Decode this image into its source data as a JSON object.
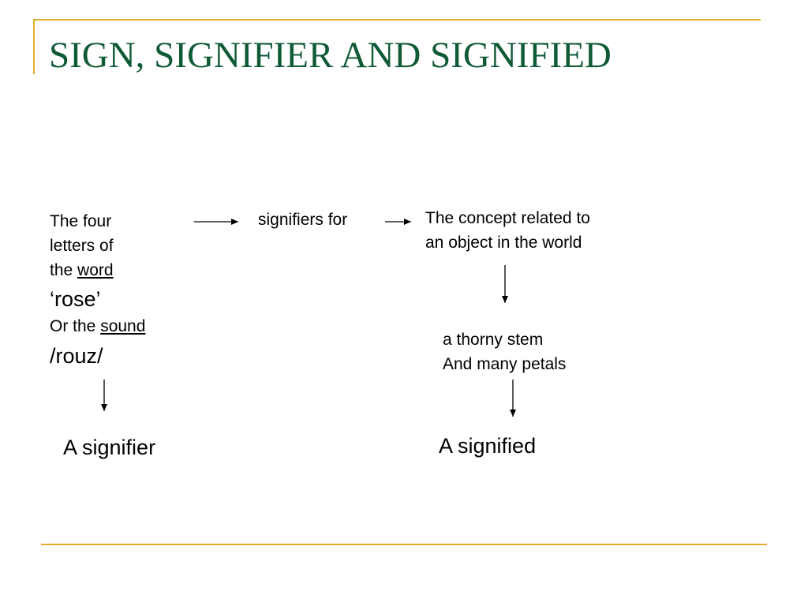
{
  "colors": {
    "title": "#0e5a35",
    "rule": "#e2ad2c",
    "text": "#000000"
  },
  "title": "SIGN, SIGNIFIER AND SIGNIFIED",
  "signifier_block": {
    "line1": "The four",
    "line2": "letters of",
    "line3_prefix": "the ",
    "line3_underlined": "word",
    "line4": "‘rose’",
    "line5_prefix": "Or the ",
    "line5_underlined": "sound",
    "line6": "/rouz/"
  },
  "relation_label": "signifiers for",
  "concept": {
    "line1": "The concept related to",
    "line2": "an object in the world"
  },
  "object": {
    "line1": "a thorny stem",
    "line2": "And many petals"
  },
  "results": {
    "signifier": "A signifier",
    "signified": "A signified"
  }
}
